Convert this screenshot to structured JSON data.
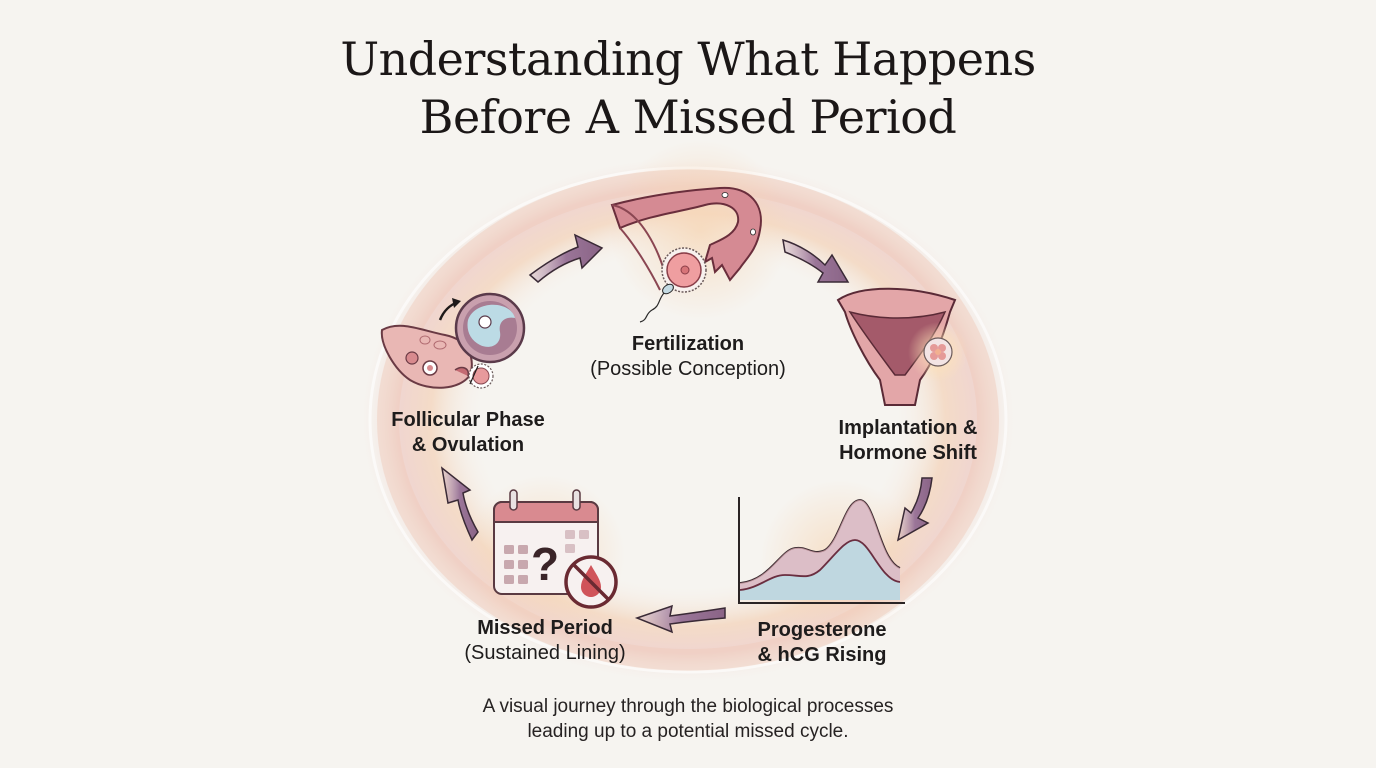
{
  "title": {
    "line1": "Understanding What Happens",
    "line2": "Before A Missed Period"
  },
  "stages": [
    {
      "id": "follicular",
      "title": "Follicular Phase",
      "title2": "& Ovulation",
      "icon": "ovary-ovulation-icon"
    },
    {
      "id": "fertilization",
      "title": "Fertilization",
      "subtitle": "(Possible Conception)",
      "icon": "fallopian-tube-sperm-egg-icon"
    },
    {
      "id": "implantation",
      "title": "Implantation &",
      "title2": "Hormone Shift",
      "icon": "uterus-embryo-icon"
    },
    {
      "id": "hormones",
      "title": "Progesterone",
      "title2": "& hCG Rising",
      "icon": "hormone-curve-chart-icon"
    },
    {
      "id": "missed",
      "title": "Missed Period",
      "subtitle": "(Sustained Lining)",
      "icon": "calendar-no-blood-icon"
    }
  ],
  "caption": {
    "line1": "A visual journey through the biological processes",
    "line2": "leading up to a potential missed cycle."
  },
  "colors": {
    "background": "#f6f4f0",
    "ring_glow": "#f3c9a8",
    "arrow": "#8e6a8c",
    "tissue": "#c8707c",
    "tissue_dark": "#7a3a48",
    "hcg_fill": "#b9d3de",
    "progesterone_fill": "#e6b0b8"
  }
}
